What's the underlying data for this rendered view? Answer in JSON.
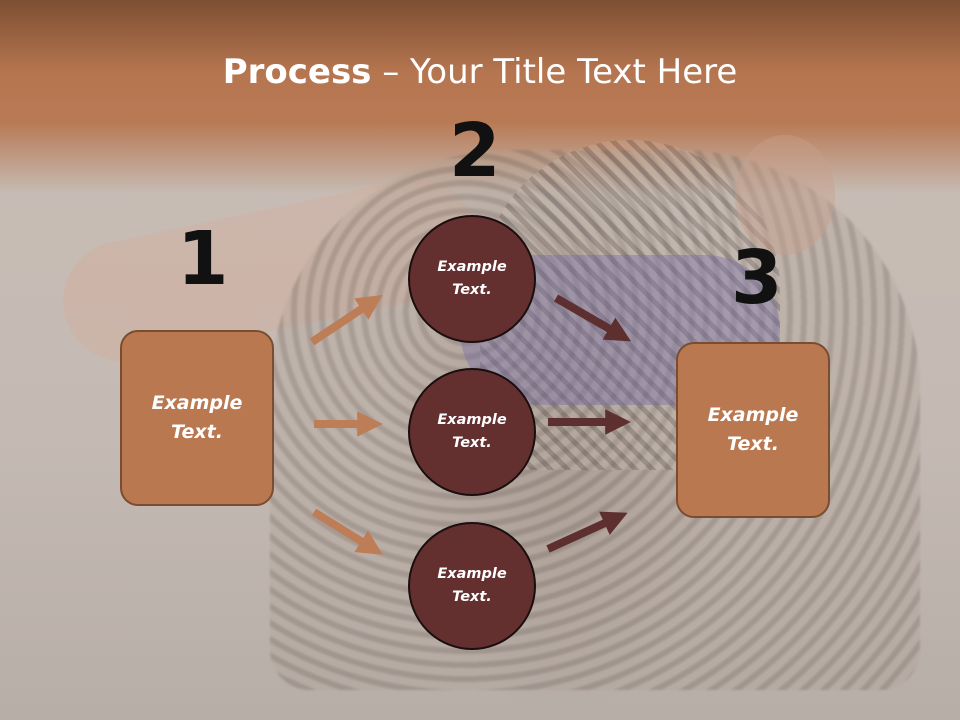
{
  "title": {
    "bold": "Process",
    "rest": " – Your Title Text Here"
  },
  "numbers": {
    "one": "1",
    "two": "2",
    "three": "3"
  },
  "box_left": {
    "line1": "Example",
    "line2": "Text."
  },
  "box_right": {
    "line1": "Example",
    "line2": "Text."
  },
  "circles": [
    {
      "line1": "Example",
      "line2": "Text."
    },
    {
      "line1": "Example",
      "line2": "Text."
    },
    {
      "line1": "Example",
      "line2": "Text."
    }
  ],
  "colors": {
    "box_fill": "#b9784f",
    "circle_fill": "#632f2f",
    "arrow_light": "#bd7d57",
    "arrow_dark": "#5e2f2f"
  }
}
